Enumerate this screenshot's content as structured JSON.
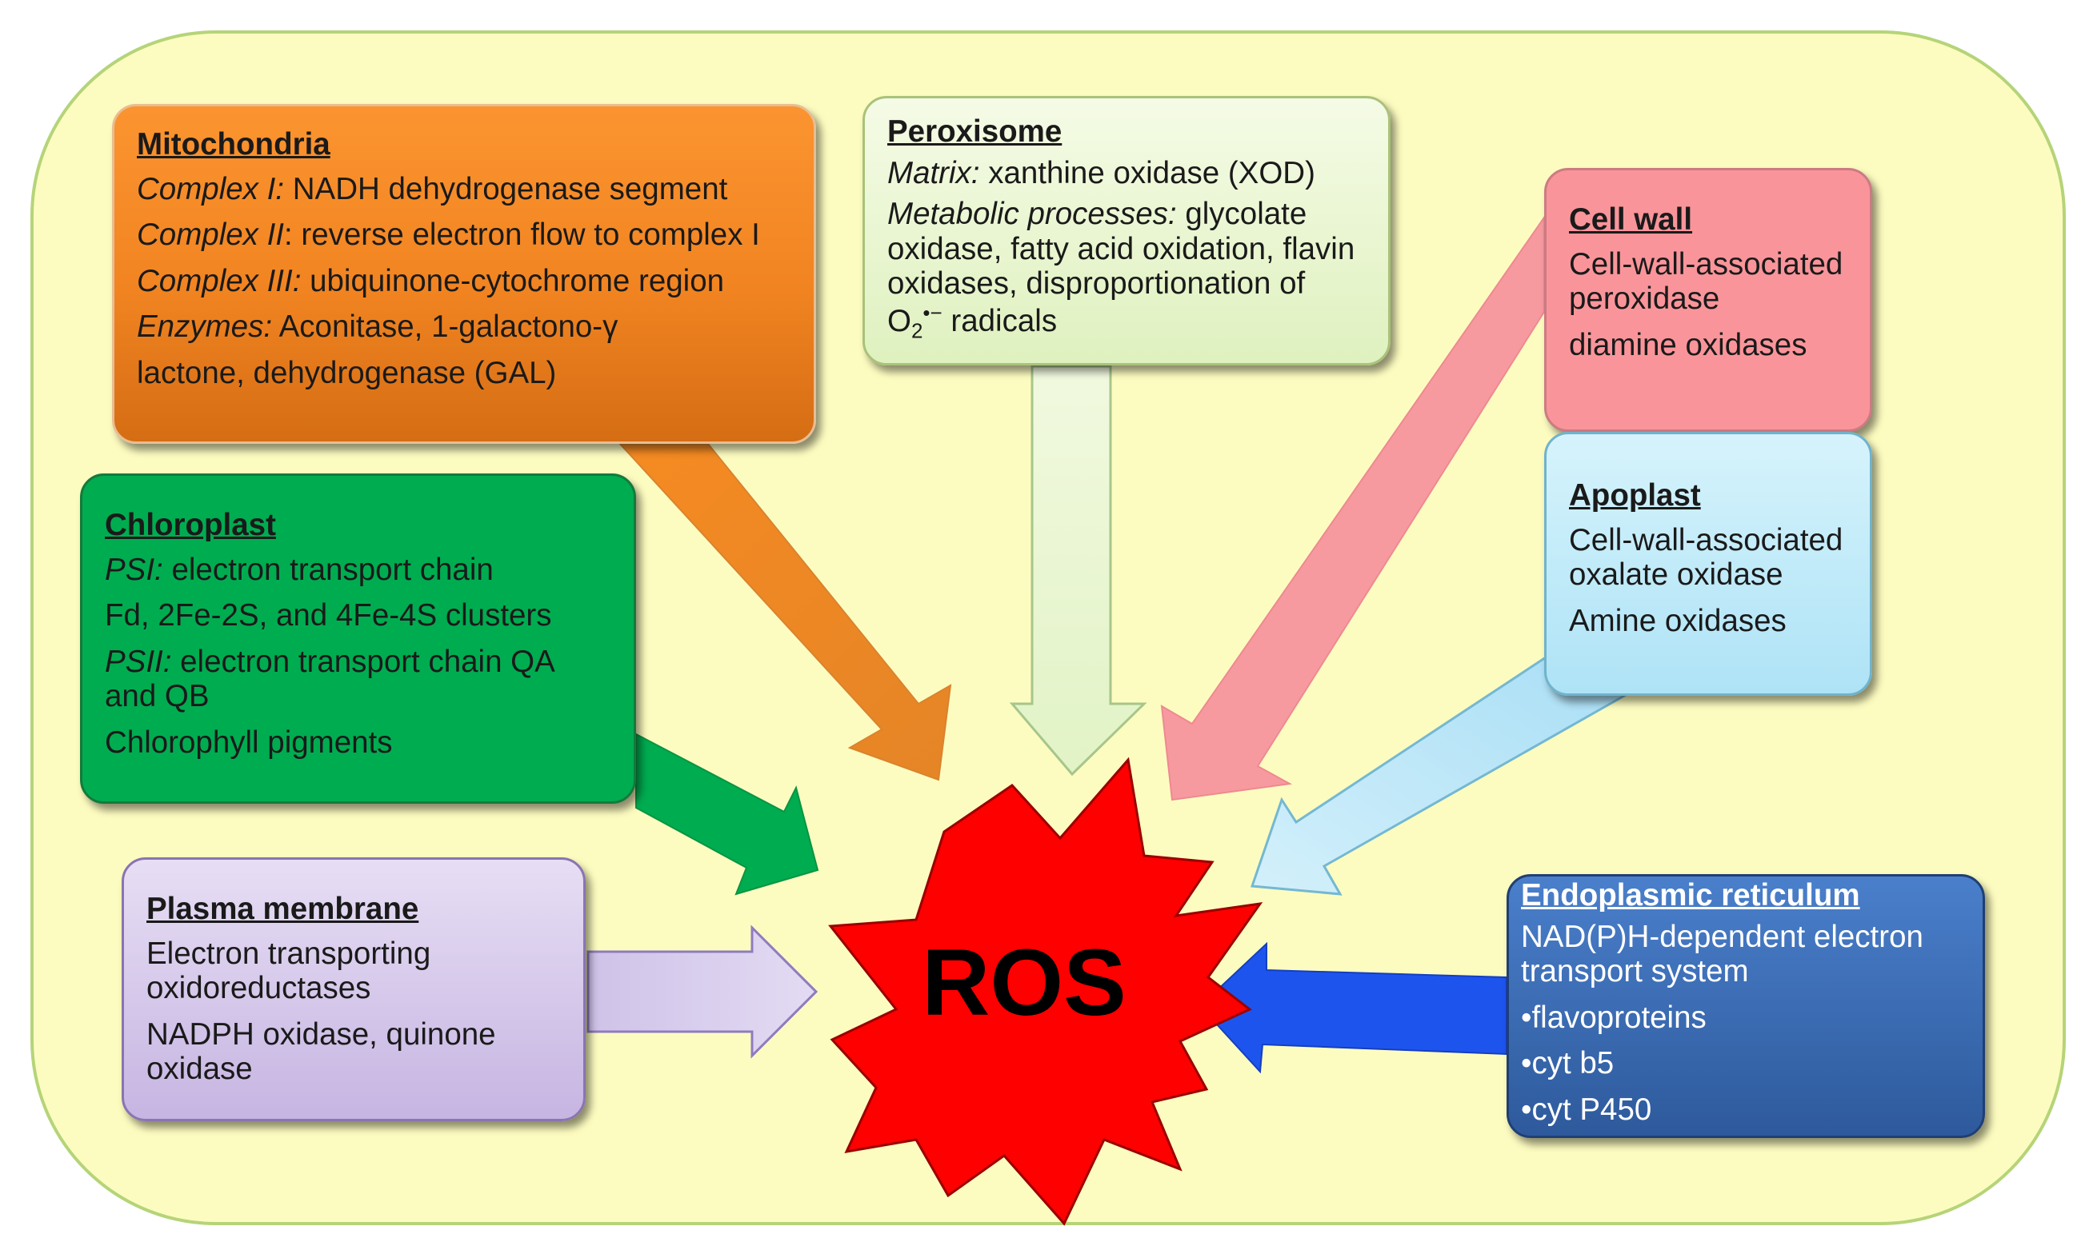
{
  "colors": {
    "background_panel": "#fdfcc0",
    "background_panel_border": "#b5d479",
    "ros_star": "#ff0000",
    "mitochondria": "#f28a26",
    "peroxisome": "#e8f6cf",
    "cell_wall": "#f9959a",
    "apoplast": "#bdeaf8",
    "chloroplast": "#00ac50",
    "plasma_membrane": "#d6cbea",
    "endoplasmic_reticulum": "#3a6db8",
    "arrow_er": "#1e54ee"
  },
  "center": {
    "label": "ROS"
  },
  "mitochondria": {
    "title": "Mitochondria",
    "lines": [
      {
        "label": "Complex I:",
        "text": " NADH dehydrogenase segment"
      },
      {
        "label": "Complex II",
        "text": ": reverse electron flow to complex I"
      },
      {
        "label": "Complex III:",
        "text": " ubiquinone-cytochrome region"
      },
      {
        "label": "Enzymes:",
        "text": " Aconitase, 1-galactono-γ"
      }
    ],
    "continuation": "lactone, dehydrogenase (GAL)"
  },
  "peroxisome": {
    "title": "Peroxisome",
    "lines": [
      {
        "label": "Matrix:",
        "text": " xanthine oxidase (XOD)"
      },
      {
        "label": "Metabolic processes:",
        "text": " glycolate oxidase, fatty acid oxidation,  flavin oxidases, disproportionation  of"
      }
    ],
    "radical": {
      "prefix": "O",
      "subscript": "2",
      "superscript": "•−",
      "suffix": " radicals"
    }
  },
  "cell_wall": {
    "title": "Cell wall",
    "items": [
      "Cell-wall-associated peroxidase",
      "diamine oxidases"
    ]
  },
  "apoplast": {
    "title": "Apoplast",
    "items": [
      "Cell-wall-associated oxalate oxidase",
      "Amine oxidases"
    ]
  },
  "chloroplast": {
    "title": "Chloroplast",
    "lines": [
      {
        "label": "PSI:",
        "text": " electron transport chain"
      },
      {
        "label": "",
        "text": "Fd, 2Fe-2S, and 4Fe-4S clusters"
      },
      {
        "label": "PSII:",
        "text": " electron transport chain QA and QB"
      },
      {
        "label": "",
        "text": "Chlorophyll pigments"
      }
    ]
  },
  "plasma_membrane": {
    "title": "Plasma membrane",
    "items": [
      "Electron transporting oxidoreductases",
      "NADPH oxidase, quinone oxidase"
    ]
  },
  "endoplasmic_reticulum": {
    "title": "Endoplasmic reticulum",
    "intro": "NAD(P)H-dependent electron transport system",
    "bullets": [
      "flavoproteins",
      "cyt b5",
      "cyt P450"
    ]
  }
}
